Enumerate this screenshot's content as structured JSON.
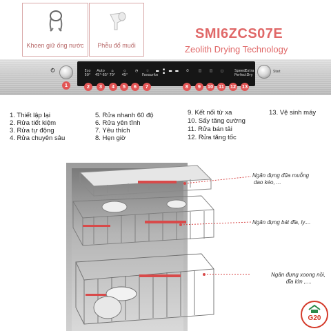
{
  "accessories": [
    {
      "label": "Khoen giữ ống nước",
      "icon": "hose-clamp-icon"
    },
    {
      "label": "Phễu đổ muối",
      "icon": "salt-funnel-icon"
    }
  ],
  "product": {
    "model": "SMI6ZCS07E",
    "tagline": "Zeolith Drying Technology"
  },
  "panel": {
    "power_label": "",
    "start_label": "Start",
    "display_time": "-:--",
    "programs_left": [
      {
        "top": "Eco",
        "bottom": "50°"
      },
      {
        "top": "Auto",
        "bottom": "45°-65°"
      },
      {
        "top": "⌂",
        "bottom": "70°"
      },
      {
        "top": "◇",
        "bottom": "45°"
      },
      {
        "top": "◔",
        "bottom": ""
      },
      {
        "top": "☆",
        "bottom": "Favourite"
      }
    ],
    "options_right": [
      {
        "top": "⏱",
        "bottom": ""
      },
      {
        "top": "◫",
        "bottom": ""
      },
      {
        "top": "◫",
        "bottom": ""
      },
      {
        "top": "◻",
        "bottom": ""
      },
      {
        "top": "Speed",
        "bottom": "Perfect"
      },
      {
        "top": "",
        "bottom": "Extra Dry"
      }
    ],
    "bubbles": [
      "1",
      "2",
      "3",
      "4",
      "5",
      "6",
      "7",
      "8",
      "9",
      "10",
      "11",
      "12",
      "13"
    ]
  },
  "legend": {
    "col1": [
      "1.  Thiết lập lại",
      "2.  Rửa tiết kiệm",
      "3.  Rửa tự động",
      "4.  Rửa chuyên sâu"
    ],
    "col2": [
      "5.  Rửa nhanh 60 độ",
      "6.  Rửa yên tĩnh",
      "7.  Yêu thích",
      "8.  Hẹn giờ"
    ],
    "col3": [
      "9.  Kết nối từ xa",
      "10. Sấy tăng cường",
      "11. Rửa bán tải",
      "12. Rửa tăng tốc"
    ],
    "col4": [
      "13. Vệ sinh máy"
    ]
  },
  "callouts": [
    {
      "line1": "Ngăn đựng đũa muỗng",
      "line2": "dao kéo, ..."
    },
    {
      "line1": "Ngăn đựng bát đĩa, ly....",
      "line2": ""
    },
    {
      "line1": "Ngăn đựng xoong nồi,",
      "line2": "đĩa lớn ,...."
    }
  ],
  "brand_badge": {
    "text": "G20"
  },
  "colors": {
    "accent": "#e25555",
    "brand_red": "#d43a2a",
    "title_red": "#e06868"
  }
}
